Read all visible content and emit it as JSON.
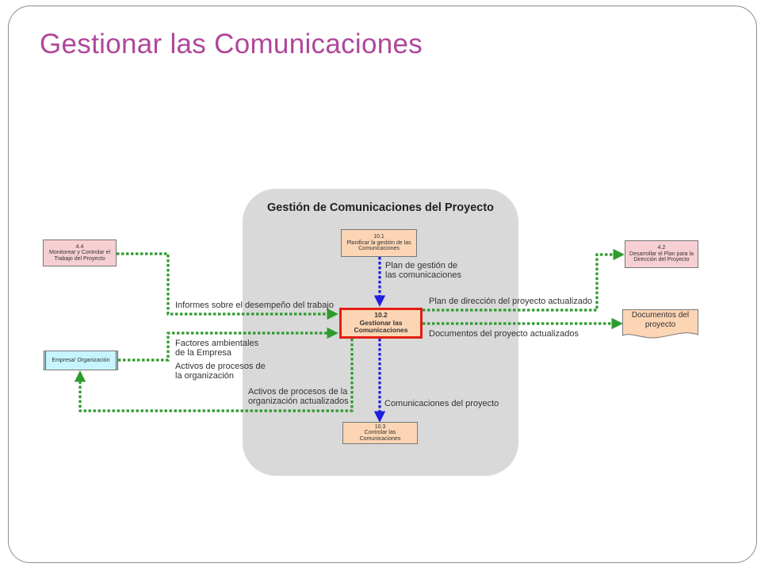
{
  "title": "Gestionar las Comunicaciones",
  "panel_title": "Gestión de Comunicaciones del Proyecto",
  "processes": {
    "monitor": {
      "num": "4.4",
      "name": "Monitorear y Controlar el Trabajo del Proyecto"
    },
    "plan_comm": {
      "num": "10.1",
      "name": "Planificar la gestión de las Comunicaciones"
    },
    "manage_comm": {
      "num": "10.2",
      "name": "Gestionar las Comunicaciones"
    },
    "control_comm": {
      "num": "10.3",
      "name": "Controlar las Comunicaciones"
    },
    "develop_plan": {
      "num": "4.2",
      "name": "Desarrollar el Plan para la Dirección del Proyecto"
    }
  },
  "entities": {
    "enterprise": "Empresa/ Organización",
    "documents": "Documentos del proyecto"
  },
  "flows": {
    "plan_gestion": "Plan de gestión de las comunicaciones",
    "informes": "Informes sobre el desempeño del trabajo",
    "factores": "Factores ambientales de la Empresa",
    "activos": "Activos de procesos de la organización",
    "activos_actualizados": "Activos de procesos de la organización actualizados",
    "plan_direccion": "Plan de dirección del proyecto actualizado",
    "documentos_actualizados": "Documentos del proyecto actualizados",
    "comunicaciones": "Comunicaciones del proyecto"
  },
  "colors": {
    "title": "#b0479a",
    "panel": "#d9d9d9",
    "green_flow": "#2e9b2e",
    "blue_flow": "#1f1fe0",
    "highlight_border": "#e41e14",
    "peach": "#fcd5b4",
    "pink": "#f6cfd2",
    "cyan": "#c6f5ff"
  }
}
